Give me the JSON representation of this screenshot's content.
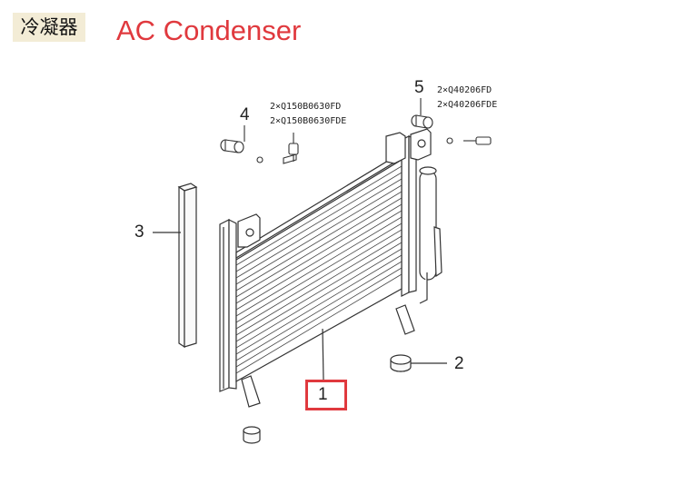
{
  "header": {
    "cn_title": "冷凝器",
    "en_title": "AC Condenser"
  },
  "callouts": {
    "c1": "1",
    "c2": "2",
    "c3": "3",
    "c4": "4",
    "c5": "5"
  },
  "specs": {
    "part4_line1": "2×Q150B0630FD",
    "part4_line2": "2×Q150B0630FDE",
    "part5_line1": "2×Q40206FD",
    "part5_line2": "2×Q40206FDE"
  },
  "colors": {
    "accent": "#e0393e",
    "title_bg": "#f3ecd6"
  }
}
